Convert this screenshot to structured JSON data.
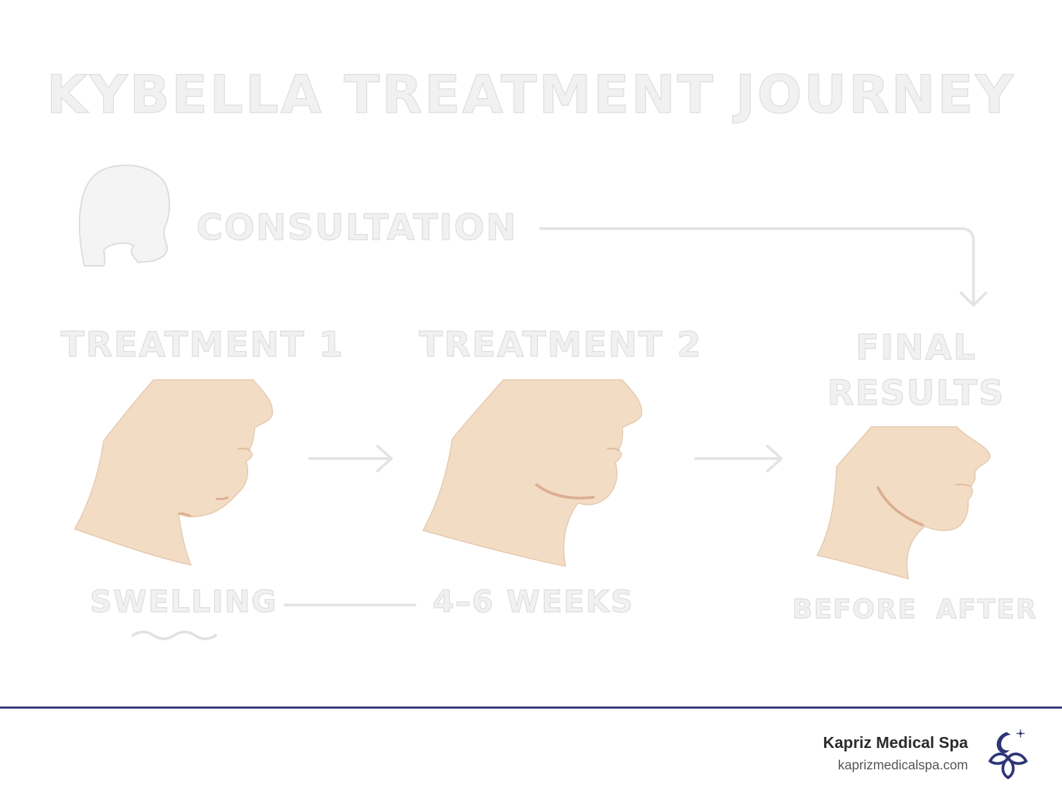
{
  "title": "KYBELLA TREATMENT JOURNEY",
  "steps": {
    "consultation": "CONSULTATION",
    "treatment1": "TREATMENT 1",
    "treatment2": "TREATMENT 2",
    "final": "FINAL RESULTS"
  },
  "notes": {
    "swelling": "SWELLING",
    "interval": "4–6 WEEKS",
    "before": "BEFORE",
    "after": "AFTER"
  },
  "icons": [
    "woman-profile-icon",
    "arrow-right-icon",
    "elbow-arrow-icon",
    "kapriz-logo-icon"
  ],
  "colors": {
    "skin": "#f3dcc4",
    "skin_shadow": "#dcae90",
    "ghost_text": "#f1f1f1",
    "accent": "#2e3577"
  },
  "footer": {
    "brand": "Kapriz Medical Spa",
    "url": "kaprizmedicalspa.com"
  }
}
